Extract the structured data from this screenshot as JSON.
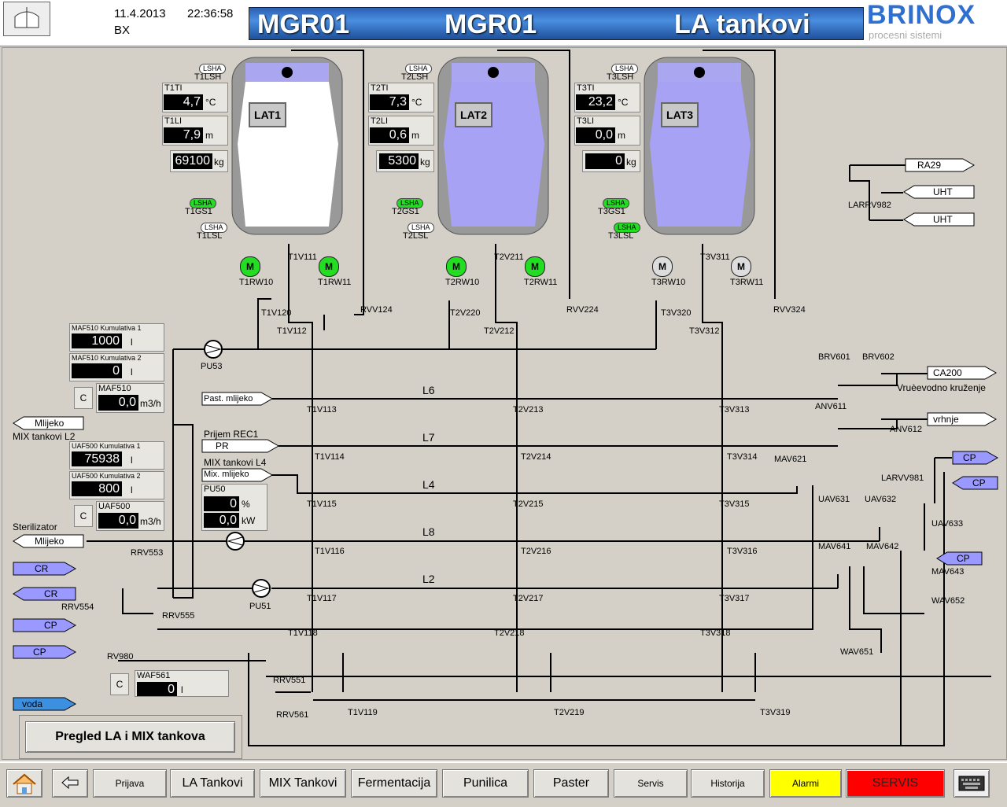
{
  "header": {
    "date": "11.4.2013",
    "time": "22:36:58",
    "user": "BX",
    "title_left": "MGR01",
    "title_center": "MGR01",
    "title_right": "LA tankovi",
    "logo": "BRINOX",
    "logo_sub": "procesni sistemi"
  },
  "tanks": [
    {
      "name": "LAT1",
      "lsh": "T1LSH",
      "ti": "T1TI",
      "ti_val": "4,7",
      "ti_unit": "°C",
      "li": "T1LI",
      "li_val": "7,9",
      "li_unit": "m",
      "kg_val": "69100",
      "kg_unit": "kg",
      "gs": "T1GS1",
      "lsl": "T1LSL",
      "rw1": "T1RW10",
      "rw2": "T1RW11",
      "v1": "T1V111",
      "fill": "#ffffff"
    },
    {
      "name": "LAT2",
      "lsh": "T2LSH",
      "ti": "T2TI",
      "ti_val": "7,3",
      "ti_unit": "°C",
      "li": "T2LI",
      "li_val": "0,6",
      "li_unit": "m",
      "kg_val": "5300",
      "kg_unit": "kg",
      "gs": "T2GS1",
      "lsl": "T2LSL",
      "rw1": "T2RW10",
      "rw2": "T2RW11",
      "v1": "T2V211",
      "fill": "#a8a2f4"
    },
    {
      "name": "LAT3",
      "lsh": "T3LSH",
      "ti": "T3TI",
      "ti_val": "23,2",
      "ti_unit": "°C",
      "li": "T3LI",
      "li_val": "0,0",
      "li_unit": "m",
      "kg_val": "0",
      "kg_unit": "kg",
      "gs": "T3GS1",
      "lsl": "T3LSL",
      "rw1": "T3RW10",
      "rw2": "T3RW11",
      "v1": "T3V311",
      "fill": "#a8a2f4"
    }
  ],
  "lsha": "LSHA",
  "motor_label": "M",
  "valves": {
    "t1v120": "T1V120",
    "t1v112": "T1V112",
    "rvv124": "RVV124",
    "t2v220": "T2V220",
    "t2v212": "T2V212",
    "rvv224": "RVV224",
    "t3v320": "T3V320",
    "t3v312": "T3V312",
    "rvv324": "RVV324",
    "pu53": "PU53",
    "pu51": "PU51",
    "t1v113": "T1V113",
    "t2v213": "T2V213",
    "t3v313": "T3V313",
    "t1v114": "T1V114",
    "t2v214": "T2V214",
    "t3v314": "T3V314",
    "t1v115": "T1V115",
    "t2v215": "T2V215",
    "t3v315": "T3V315",
    "t1v116": "T1V116",
    "t2v216": "T2V216",
    "t3v316": "T3V316",
    "t1v117": "T1V117",
    "t2v217": "T2V217",
    "t3v317": "T3V317",
    "t1v118": "T1V118",
    "t2v218": "T2V218",
    "t3v318": "T3V318",
    "t1v119": "T1V119",
    "t2v219": "T2V219",
    "t3v319": "T3V319",
    "brv601": "BRV601",
    "brv602": "BRV602",
    "anv611": "ANV611",
    "anv612": "ANV612",
    "mav621": "MAV621",
    "larvv981": "LARVV981",
    "uav631": "UAV631",
    "uav632": "UAV632",
    "uav633": "UAV633",
    "mav641": "MAV641",
    "mav642": "MAV642",
    "mav643": "MAV643",
    "wav652": "WAV652",
    "wav651": "WAV651",
    "rrv553": "RRV553",
    "rrv554": "RRV554",
    "rrv555": "RRV555",
    "rv980": "RV980",
    "rrv551": "RRV551",
    "rrv561": "RRV561",
    "larrv982": "LARRV982"
  },
  "lines": {
    "l6": "L6",
    "l7": "L7",
    "l4": "L4",
    "l8": "L8",
    "l2": "L2"
  },
  "meters": {
    "maf510_k1_label": "MAF510 Kumulativa 1",
    "maf510_k1_val": "1000",
    "maf510_k1_unit": "l",
    "maf510_k2_label": "MAF510 Kumulativa 2",
    "maf510_k2_val": "0",
    "maf510_k2_unit": "l",
    "maf510_label": "MAF510",
    "maf510_val": "0,0",
    "maf510_unit": "m3/h",
    "uaf500_k1_label": "UAF500 Kumulativa 1",
    "uaf500_k1_val": "75938",
    "uaf500_k1_unit": "l",
    "uaf500_k2_label": "UAF500 Kumulativa 2",
    "uaf500_k2_val": "800",
    "uaf500_k2_unit": "l",
    "uaf500_label": "UAF500",
    "uaf500_val": "0,0",
    "uaf500_unit": "m3/h",
    "pu50_label": "PU50",
    "pu50_pct": "0",
    "pu50_pct_unit": "%",
    "pu50_kw": "0,0",
    "pu50_kw_unit": "kW",
    "waf561_label": "WAF561",
    "waf561_val": "0",
    "waf561_unit": "l",
    "c_label": "C"
  },
  "flows": {
    "ra29": "RA29",
    "uht1": "UHT",
    "uht2": "UHT",
    "ca200": "CA200",
    "vruce": "Vruèevodno kruženje",
    "vrhnje": "vrhnje",
    "cp1": "CP",
    "cp2": "CP",
    "cp3": "CP",
    "past": "Past. mlijeko",
    "prijem": "Prijem REC1",
    "pr": "PR",
    "mix_l4": "MIX tankovi L4",
    "mix_mlijeko": "Mix. mlijeko",
    "mlijeko1": "Mlijeko",
    "mix_l2": "MIX tankovi L2",
    "sterilizator": "Sterilizator",
    "mlijeko2": "Mlijeko",
    "cr1": "CR",
    "cr2": "CR",
    "cp4": "CP",
    "cp5": "CP",
    "voda": "voda"
  },
  "overview_button": "Pregled LA i MIX tankova",
  "nav": {
    "prijava": "Prijava",
    "la": "LA Tankovi",
    "mix": "MIX Tankovi",
    "ferm": "Fermentacija",
    "punilica": "Punilica",
    "paster": "Paster",
    "servis": "Servis",
    "historija": "Historija",
    "alarmi": "Alarmi",
    "servis2": "SERVIS"
  },
  "colors": {
    "accent_blue": "#4a8fe0",
    "tank_fill": "#a8a2f4",
    "motor_on": "#22dd22",
    "alarm_yellow": "#ffff00",
    "alarm_red": "#ff0000",
    "flow_blue": "#9999ff",
    "voda_blue": "#3d8fe0"
  }
}
